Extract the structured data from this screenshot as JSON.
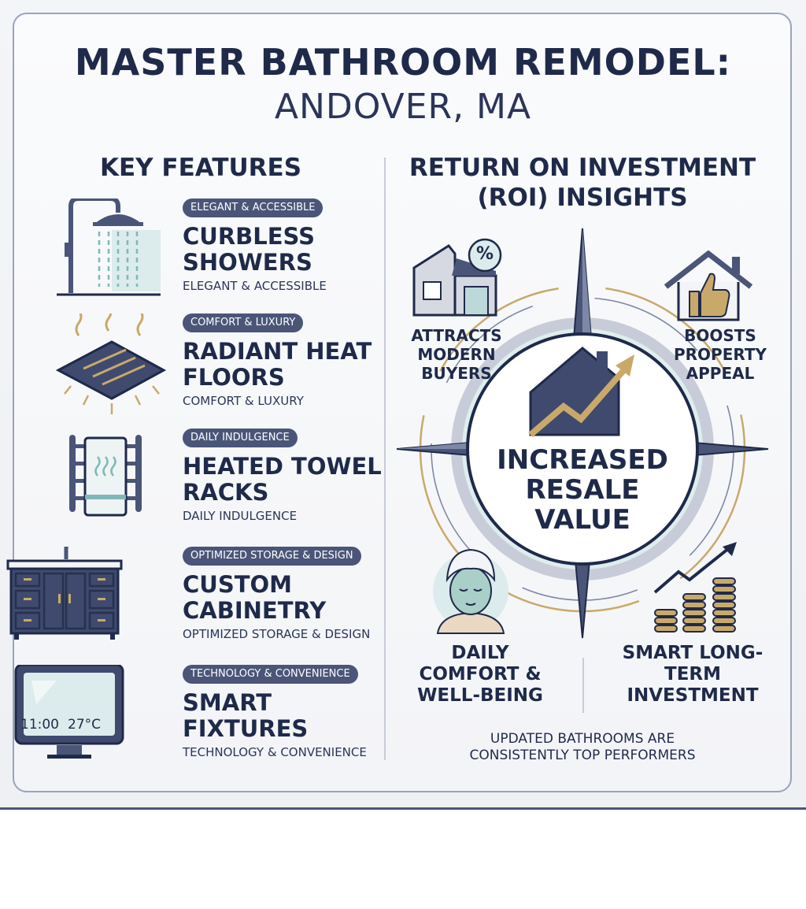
{
  "header": {
    "title": "MASTER BATHROOM REMODEL:",
    "subtitle": "ANDOVER, MA"
  },
  "features": {
    "heading": "KEY FEATURES",
    "items": [
      {
        "tag": "ELEGANT & ACCESSIBLE",
        "name": "CURBLESS SHOWERS",
        "desc": "ELEGANT & ACCESSIBLE",
        "icon": "shower-icon"
      },
      {
        "tag": "COMFORT & LUXURY",
        "name": "RADIANT HEAT FLOORS",
        "desc": "COMFORT & LUXURY",
        "icon": "heated-floor-icon"
      },
      {
        "tag": "DAILY INDULGENCE",
        "name": "HEATED TOWEL RACKS",
        "desc": "DAILY INDULGENCE",
        "icon": "towel-rack-icon"
      },
      {
        "tag": "OPTIMIZED STORAGE & DESIGN",
        "name": "CUSTOM CABINETRY",
        "desc": "OPTIMIZED STORAGE & DESIGN",
        "icon": "vanity-cabinet-icon"
      },
      {
        "tag": "TECHNOLOGY & CONVENIENCE",
        "name": "SMART FIXTURES",
        "desc": "TECHNOLOGY & CONVENIENCE",
        "icon": "smart-display-icon"
      }
    ],
    "smart_display": {
      "time": "11:00",
      "temp": "27°C"
    }
  },
  "roi": {
    "heading": "RETURN ON INVESTMENT (ROI) INSIGHTS",
    "center": "INCREASED RESALE VALUE",
    "top_left": "ATTRACTS MODERN BUYERS",
    "top_right": "BOOSTS PROPERTY APPEAL",
    "bottom_left": "DAILY COMFORT & WELL-BEING",
    "bottom_right": "SMART LONG-TERM INVESTMENT",
    "note": "UPDATED BATHROOMS ARE CONSISTENTLY TOP PERFORMERS",
    "percent_symbol": "%"
  },
  "colors": {
    "navy": "#1f2a4a",
    "slate": "#4a5578",
    "teal": "#7fb8b8",
    "gold": "#c9a96a",
    "panel": "#f3f4f7"
  }
}
